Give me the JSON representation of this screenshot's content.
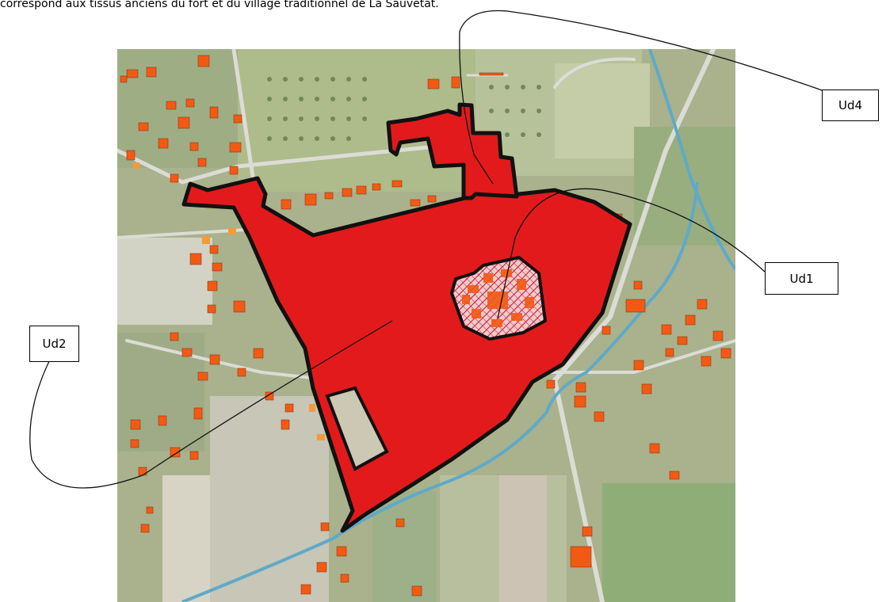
{
  "caption": "correspond aux tissus anciens du fort et du village traditionnel de La Sauvetat.",
  "zones": [
    {
      "label": "Ud4"
    },
    {
      "label": "Ud1"
    },
    {
      "label": "Ud2"
    }
  ],
  "colors": {
    "zone_fill": "#e31a1c",
    "zone_outline": "#111111",
    "building": "#f25a14",
    "building_alt": "#f59a3a",
    "river": "#5fa9c9",
    "road": "#d9d9d4",
    "field_base": "#a9b28c"
  }
}
